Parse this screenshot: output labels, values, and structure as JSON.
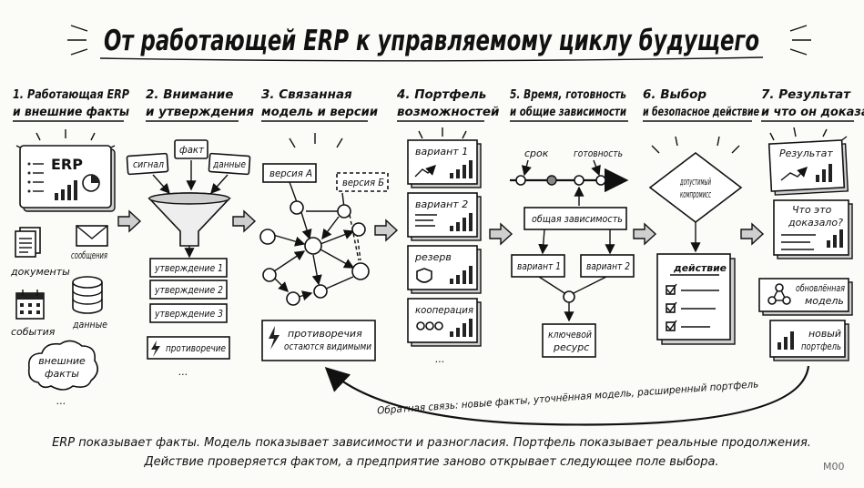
{
  "title": "От работающей ERP к управляемому циклу будущего",
  "columns": [
    {
      "line1": "1. Работающая ERP",
      "line2": "и внешние факты"
    },
    {
      "line1": "2. Внимание",
      "line2": "и утверждения"
    },
    {
      "line1": "3. Связанная",
      "line2": "модель и версии"
    },
    {
      "line1": "4. Портфель",
      "line2": "возможностей"
    },
    {
      "line1": "5. Время, готовность",
      "line2": "и общие зависимости"
    },
    {
      "line1": "6. Выбор",
      "line2": "и безопасное действие"
    },
    {
      "line1": "7. Результат",
      "line2": "и что он доказал"
    }
  ],
  "col1": {
    "erp": "ERP",
    "documents": "документы",
    "messages": "сообщения",
    "events": "события",
    "data": "данные",
    "external_line1": "внешние",
    "external_line2": "факты",
    "ellipsis": "..."
  },
  "col2": {
    "signal": "сигнал",
    "fact": "факт",
    "data": "данные",
    "claims": [
      "утверждение 1",
      "утверждение 2",
      "утверждение 3"
    ],
    "contradiction": "противоречие",
    "ellipsis": "..."
  },
  "col3": {
    "version_a": "версия А",
    "version_b": "версия Б",
    "contra_line1": "противоречия",
    "contra_line2": "остаются видимыми"
  },
  "col4": {
    "cards": [
      "вариант 1",
      "вариант 2",
      "резерв",
      "кооперация"
    ],
    "ellipsis": "..."
  },
  "col5": {
    "deadline": "срок",
    "readiness": "готовность",
    "shared_dependency": "общая зависимость",
    "variant1": "вариант 1",
    "variant2": "вариант 2",
    "key_line1": "ключевой",
    "key_line2": "ресурс"
  },
  "col6": {
    "compromise_line1": "допустимый",
    "compromise_line2": "компромисс",
    "action": "действие"
  },
  "col7": {
    "result": "Результат",
    "proved_line1": "Что это",
    "proved_line2": "доказало?",
    "updated_line1": "обновлённая",
    "updated_line2": "модель",
    "new_line1": "новый",
    "new_line2": "портфель"
  },
  "feedback": "Обратная связь: новые факты, уточнённая модель, расширенный портфель",
  "caption_line1": "ERP показывает факты. Модель показывает зависимости и разногласия. Портфель показывает реальные продолжения.",
  "caption_line2": "Действие проверяется фактом, а предприятие заново открывает следующее поле выбора.",
  "corner_tag": "M00"
}
